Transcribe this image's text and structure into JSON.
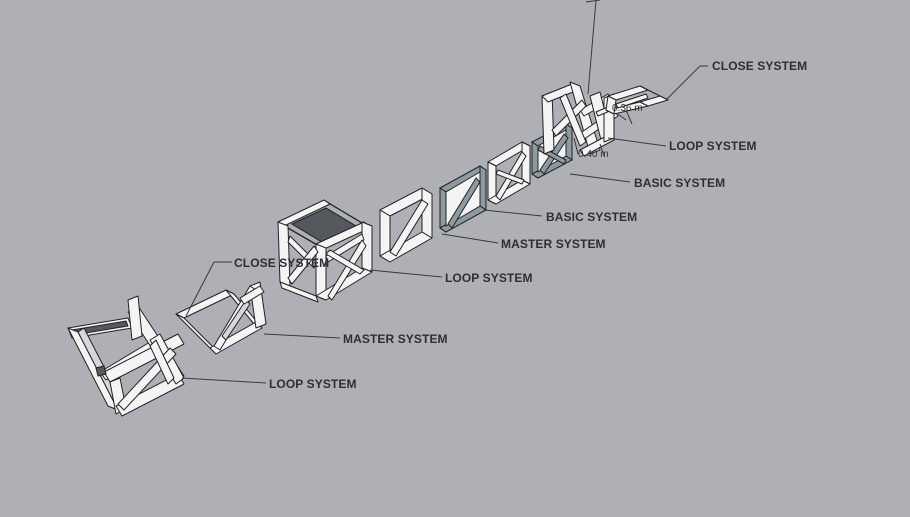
{
  "labels": {
    "close_top": "CLOSE SYSTEM",
    "loop_top": "LOOP SYSTEM",
    "basic_top": "BASIC SYSTEM",
    "basic_mid": "BASIC SYSTEM",
    "master_mid": "MASTER SYSTEM",
    "loop_mid": "LOOP SYSTEM",
    "close_left": "CLOSE SYSTEM",
    "master_left": "MASTER SYSTEM",
    "loop_left": "LOOP SYSTEM"
  },
  "dimensions": {
    "width": "0.40 m",
    "depth": "0.36 m"
  },
  "colors": {
    "background": "#aeb0b5",
    "beam": "#f4f4f4",
    "plate": "#8c9aa2"
  }
}
